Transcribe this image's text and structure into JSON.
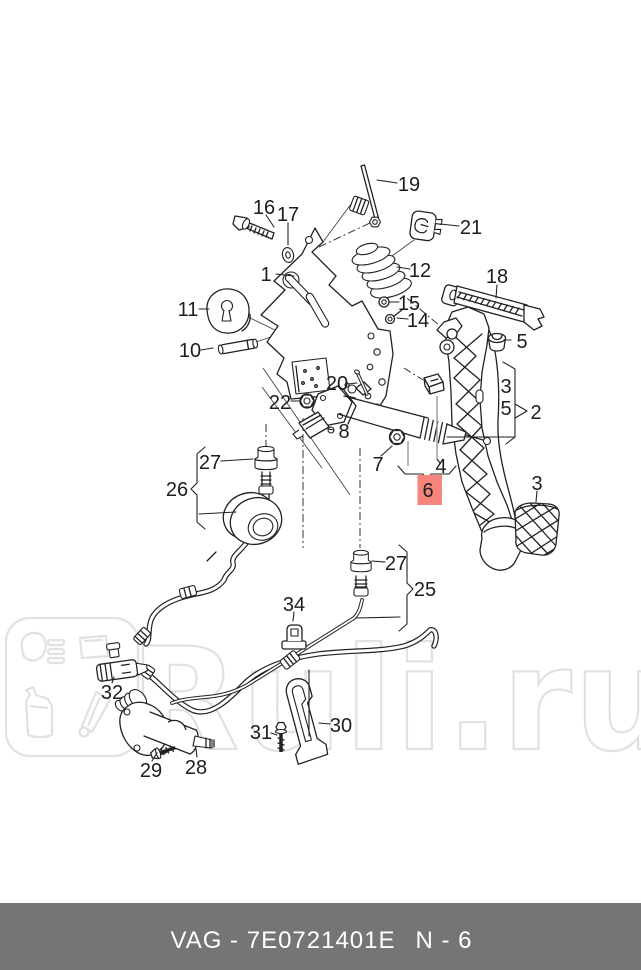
{
  "watermark": {
    "text": "Ruli.ru",
    "color": "#e1e1e1"
  },
  "highlight": {
    "bg": "#f5857d",
    "fg": "#a8241c"
  },
  "labels": {
    "p1": "1",
    "p19": "19",
    "p16": "16",
    "p17": "17",
    "p21": "21",
    "p12": "12",
    "p18": "18",
    "p15": "15",
    "p14": "14",
    "p11": "11",
    "p10": "10",
    "p5a": "5",
    "p3a": "3",
    "p5b": "5",
    "p2": "2",
    "p20": "20",
    "p22": "22",
    "p8": "8",
    "p7": "7",
    "p4": "4",
    "p6": "6",
    "p3b": "3",
    "p27a": "27",
    "p26": "26",
    "p27b": "27",
    "p25": "25",
    "p34": "34",
    "p31": "31",
    "p30": "30",
    "p32": "32",
    "p29": "29",
    "p28": "28"
  },
  "footer": {
    "catalog_code": "VAG - 7E0721401E",
    "page_ref": "N - 6",
    "bg": "#757575",
    "fg": "#ffffff"
  }
}
